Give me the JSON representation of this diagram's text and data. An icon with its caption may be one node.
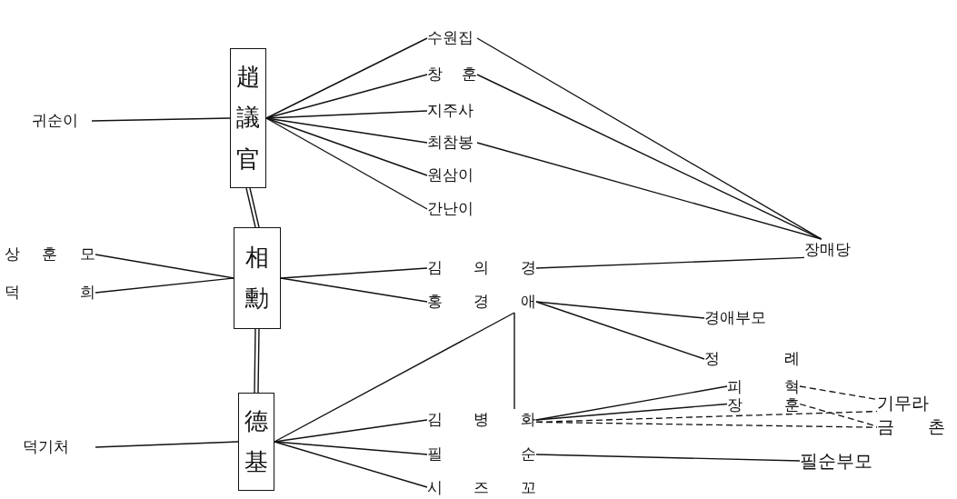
{
  "diagram": {
    "nodes": [
      {
        "text": [
          "趙議官"
        ]
      },
      {
        "text": [
          "귀순이"
        ]
      },
      {
        "text": [
          "수원집"
        ]
      },
      {
        "text": [
          "창 훈"
        ]
      },
      {
        "text": [
          "지주사"
        ]
      },
      {
        "text": [
          "최참봉"
        ]
      },
      {
        "text": [
          "원삼이"
        ]
      },
      {
        "text": [
          "간난이"
        ]
      },
      {
        "text": [
          "相勳"
        ]
      },
      {
        "text": [
          "상 훈 모"
        ]
      },
      {
        "text": [
          "덕 희"
        ]
      },
      {
        "text": [
          "김 의 경"
        ]
      },
      {
        "text": [
          "홍 경 애"
        ]
      },
      {
        "text": [
          "장매당"
        ]
      },
      {
        "text": [
          "경애부모"
        ]
      },
      {
        "text": [
          "정 례"
        ]
      },
      {
        "text": [
          "德基"
        ]
      },
      {
        "text": [
          "덕기처"
        ]
      },
      {
        "text": [
          "김 병 화"
        ]
      },
      {
        "text": [
          "필 순"
        ]
      },
      {
        "text": [
          "시 즈 꼬"
        ]
      },
      {
        "text": [
          "피 혁"
        ]
      },
      {
        "text": [
          "장 훈"
        ]
      },
      {
        "text": [
          "기무라"
        ]
      },
      {
        "text": [
          "금 촌"
        ]
      },
      {
        "text": [
          "필순부모"
        ]
      }
    ],
    "edges": [
      {
        "from": 0,
        "to": 8,
        "arrow": "none"
      },
      {
        "from": 8,
        "to": 16,
        "arrow": "none"
      },
      {
        "from": 1,
        "to": 0,
        "arrow": "none"
      },
      {
        "from": 0,
        "to": 2,
        "arrow": "none"
      },
      {
        "from": 0,
        "to": 3,
        "arrow": "none"
      },
      {
        "from": 0,
        "to": 4,
        "arrow": "none"
      },
      {
        "from": 0,
        "to": 5,
        "arrow": "none"
      },
      {
        "from": 0,
        "to": 6,
        "arrow": "none"
      },
      {
        "from": 0,
        "to": 7,
        "arrow": "none"
      },
      {
        "from": 2,
        "to": 13,
        "arrow": "none"
      },
      {
        "from": 3,
        "to": 13,
        "arrow": "none"
      },
      {
        "from": 5,
        "to": 13,
        "arrow": "none"
      },
      {
        "from": 9,
        "to": 8,
        "arrow": "none"
      },
      {
        "from": 10,
        "to": 8,
        "arrow": "none"
      },
      {
        "from": 8,
        "to": 11,
        "arrow": "none"
      },
      {
        "from": 8,
        "to": 12,
        "arrow": "none"
      },
      {
        "from": 11,
        "to": 13,
        "arrow": "none"
      },
      {
        "from": 12,
        "to": 14,
        "arrow": "none"
      },
      {
        "from": 12,
        "to": 15,
        "arrow": "none"
      },
      {
        "from": 16,
        "to": 12,
        "arrow": "none"
      },
      {
        "from": 12,
        "to": 18,
        "arrow": "none"
      },
      {
        "from": 17,
        "to": 16,
        "arrow": "none"
      },
      {
        "from": 16,
        "to": 18,
        "arrow": "none"
      },
      {
        "from": 16,
        "to": 19,
        "arrow": "none"
      },
      {
        "from": 16,
        "to": 20,
        "arrow": "none"
      },
      {
        "from": 18,
        "to": 21,
        "arrow": "none"
      },
      {
        "from": 18,
        "to": 22,
        "arrow": "none"
      },
      {
        "from": 18,
        "to": 23,
        "arrow": "none",
        "style": "dashed"
      },
      {
        "from": 18,
        "to": 24,
        "arrow": "none",
        "style": "dashed"
      },
      {
        "from": 21,
        "to": 23,
        "arrow": "none",
        "style": "dashed"
      },
      {
        "from": 22,
        "to": 24,
        "arrow": "none",
        "style": "dashed"
      },
      {
        "from": 19,
        "to": 25,
        "arrow": "none"
      }
    ]
  }
}
